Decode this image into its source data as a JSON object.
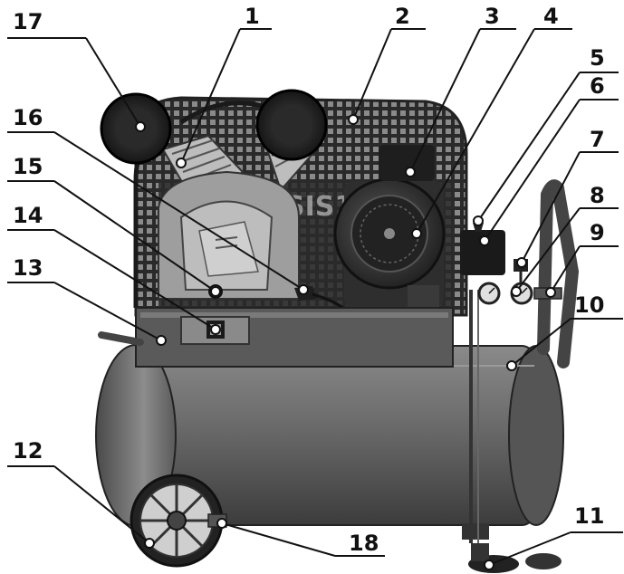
{
  "callouts": [
    {
      "id": "1",
      "label": "1"
    },
    {
      "id": "2",
      "label": "2"
    },
    {
      "id": "3",
      "label": "3"
    },
    {
      "id": "4",
      "label": "4"
    },
    {
      "id": "5",
      "label": "5"
    },
    {
      "id": "6",
      "label": "6"
    },
    {
      "id": "7",
      "label": "7"
    },
    {
      "id": "8",
      "label": "8"
    },
    {
      "id": "9",
      "label": "9"
    },
    {
      "id": "10",
      "label": "10"
    },
    {
      "id": "11",
      "label": "11"
    },
    {
      "id": "12",
      "label": "12"
    },
    {
      "id": "13",
      "label": "13"
    },
    {
      "id": "14",
      "label": "14"
    },
    {
      "id": "15",
      "label": "15"
    },
    {
      "id": "16",
      "label": "16"
    },
    {
      "id": "17",
      "label": "17"
    },
    {
      "id": "18",
      "label": "18"
    }
  ],
  "colors": {
    "tank": "#6e6e6e",
    "tank_dark": "#3a3a3a",
    "guard": "#2b2b2b",
    "pump": "#9a9a9a",
    "motor": "#2e2e2e",
    "leader": "#111111"
  }
}
